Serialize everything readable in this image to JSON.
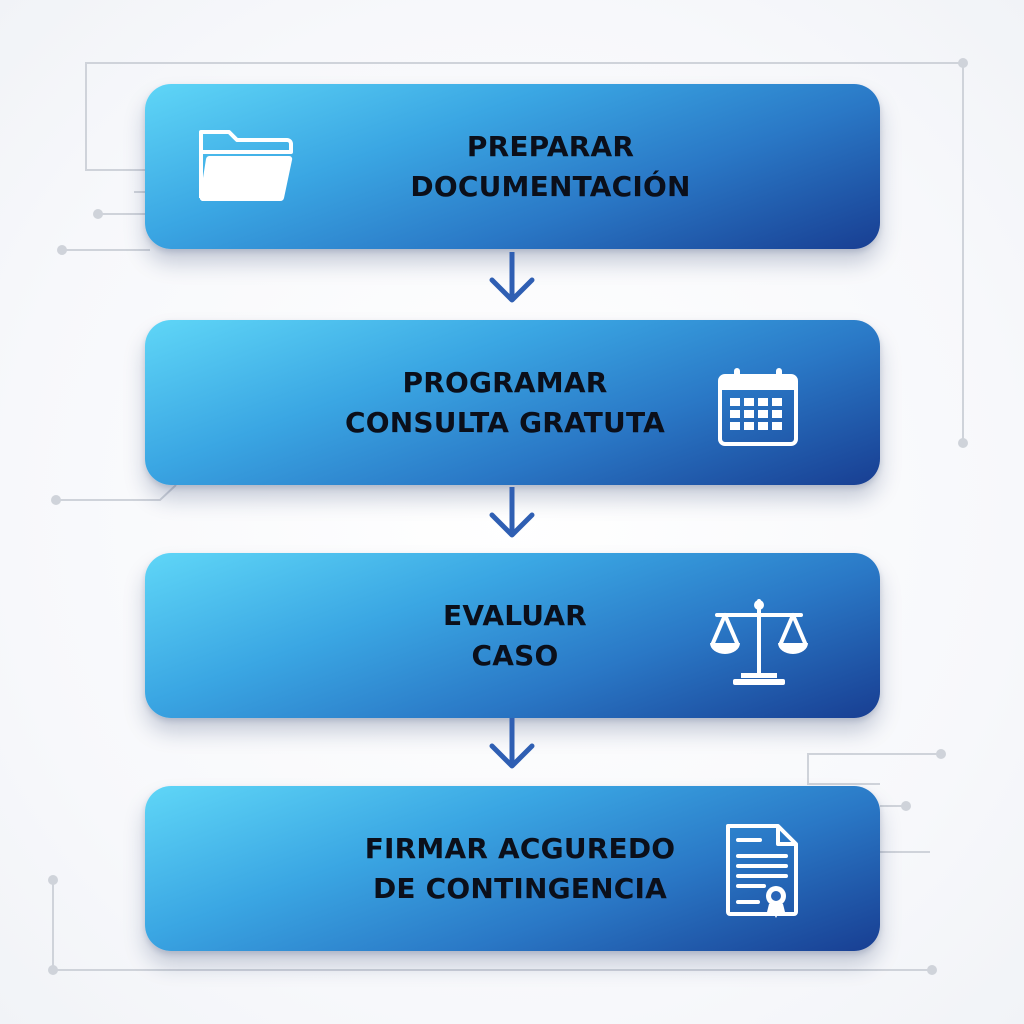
{
  "steps": [
    {
      "line1": "PREPARAR",
      "line2": "DOCUMENTACIÓN",
      "icon": "folder-icon"
    },
    {
      "line1": "PROGRAMAR",
      "line2": "CONSULTA GRATUTA",
      "icon": "calendar-icon"
    },
    {
      "line1": "EVALUAR",
      "line2": "CASO",
      "icon": "scales-of-justice-icon"
    },
    {
      "line1": "FIRMAR ACGUREDO",
      "line2": "DE CONTINGENCIA",
      "icon": "certificate-document-icon"
    }
  ],
  "colors": {
    "box_light": "#5fd6f7",
    "box_dark": "#183e92",
    "arrow": "#2f5fb3",
    "text": "#0b0f1a",
    "circuit": "#cfd3da"
  }
}
